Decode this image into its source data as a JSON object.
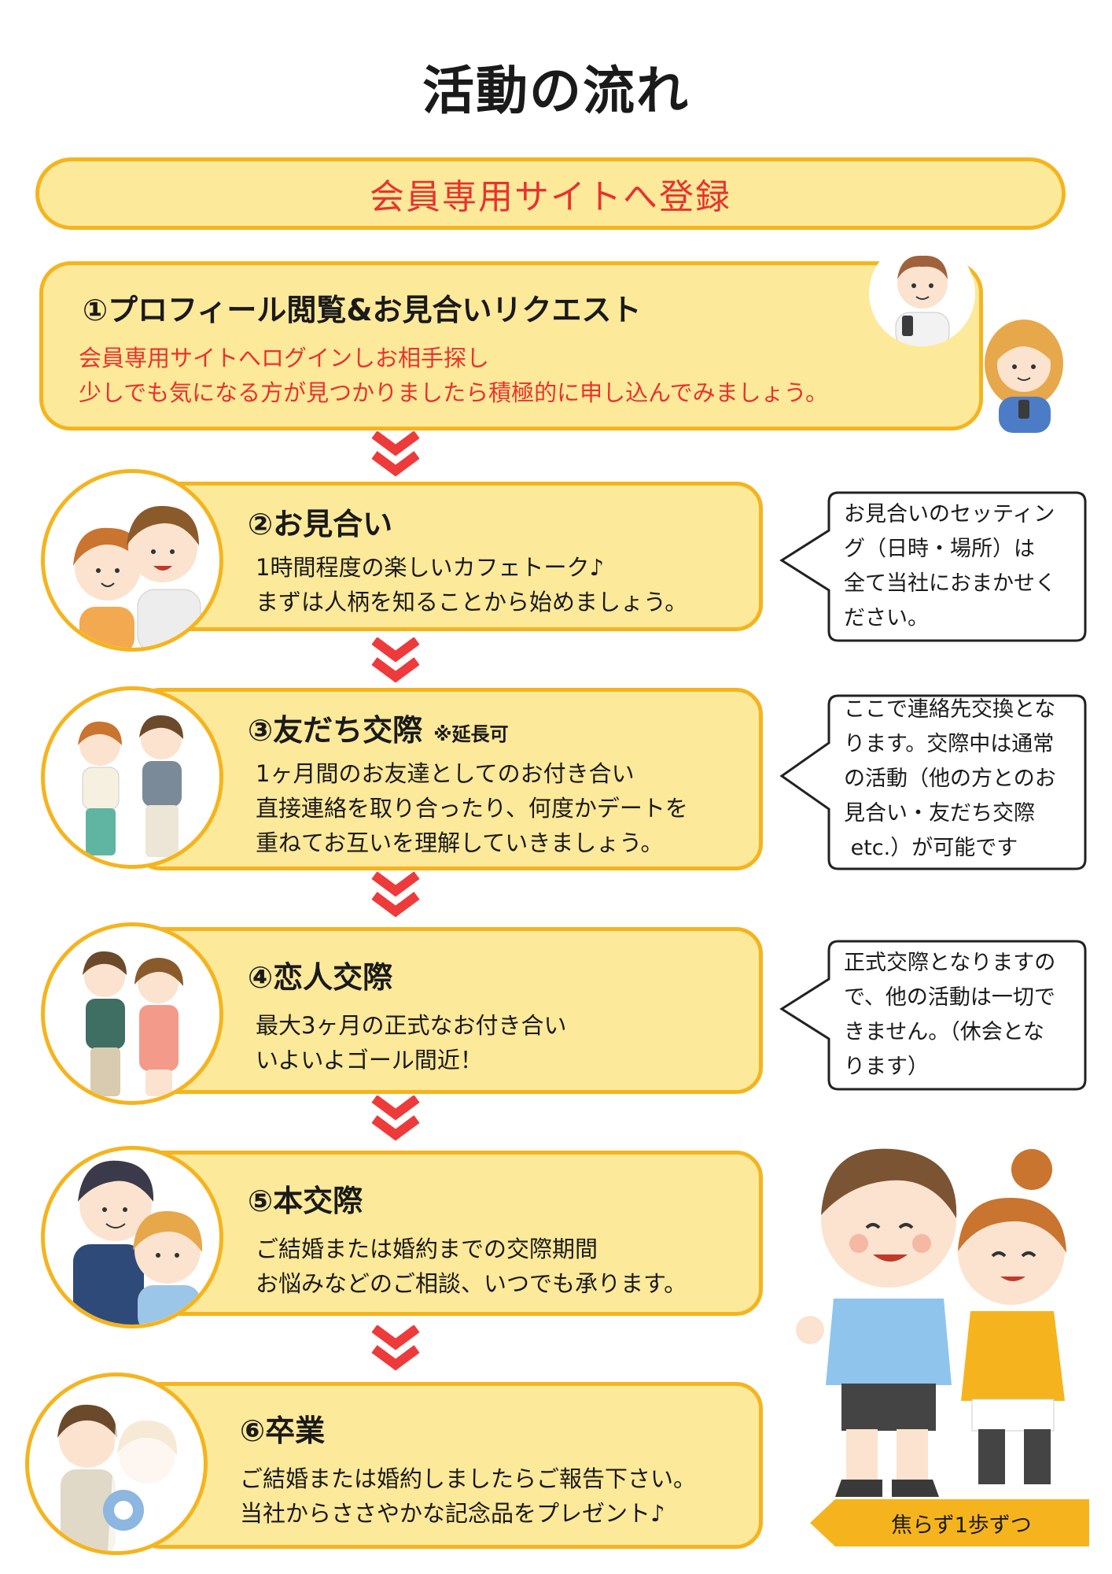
{
  "title": "活動の流れ",
  "register": "会員専用サイトへ登録",
  "steps": [
    {
      "heading": "①プロフィール閲覧&お見合いリクエスト",
      "lines": [
        "会員専用サイトへログインしお相手探し",
        "少しでも気になる方が見つかりましたら積極的に申し込んでみましょう。"
      ]
    },
    {
      "heading": "②お見合い",
      "lines": [
        "1時間程度の楽しいカフェトーク♪",
        "まずは人柄を知ることから始めましょう。"
      ]
    },
    {
      "heading": "③友だち交際",
      "note": "※延長可",
      "lines": [
        "1ヶ月間のお友達としてのお付き合い",
        "直接連絡を取り合ったり、何度かデートを",
        "重ねてお互いを理解していきましょう。"
      ]
    },
    {
      "heading": "④恋人交際",
      "lines": [
        "最大3ヶ月の正式なお付き合い",
        "いよいよゴール間近！"
      ]
    },
    {
      "heading": "⑤本交際",
      "lines": [
        "ご結婚または婚約までの交際期間",
        "お悩みなどのご相談、いつでも承ります。"
      ]
    },
    {
      "heading": "⑥卒業",
      "lines": [
        "ご結婚または婚約しましたらご報告下さい。",
        "当社からささやかな記念品をプレゼント♪"
      ]
    }
  ],
  "callouts": [
    {
      "lines": [
        "お見合いのセッティン",
        "グ（日時・場所）は",
        "全て当社におまかせく",
        "ださい。"
      ]
    },
    {
      "lines": [
        "ここで連絡先交換とな",
        "ります。交際中は通常",
        "の活動（他の方とのお",
        "見合い・友だち交際",
        " etc.）が可能です"
      ]
    },
    {
      "lines": [
        "正式交際となりますの",
        "で、他の活動は一切で",
        "きません。（休会とな",
        "ります）"
      ]
    }
  ],
  "footer_tag": "焦らず1歩ずつ",
  "colors": {
    "box_fill": "#FDE99A",
    "box_border": "#F5B41E",
    "accent_red": "#E8332E",
    "arrow_red": "#EE3A3A"
  }
}
